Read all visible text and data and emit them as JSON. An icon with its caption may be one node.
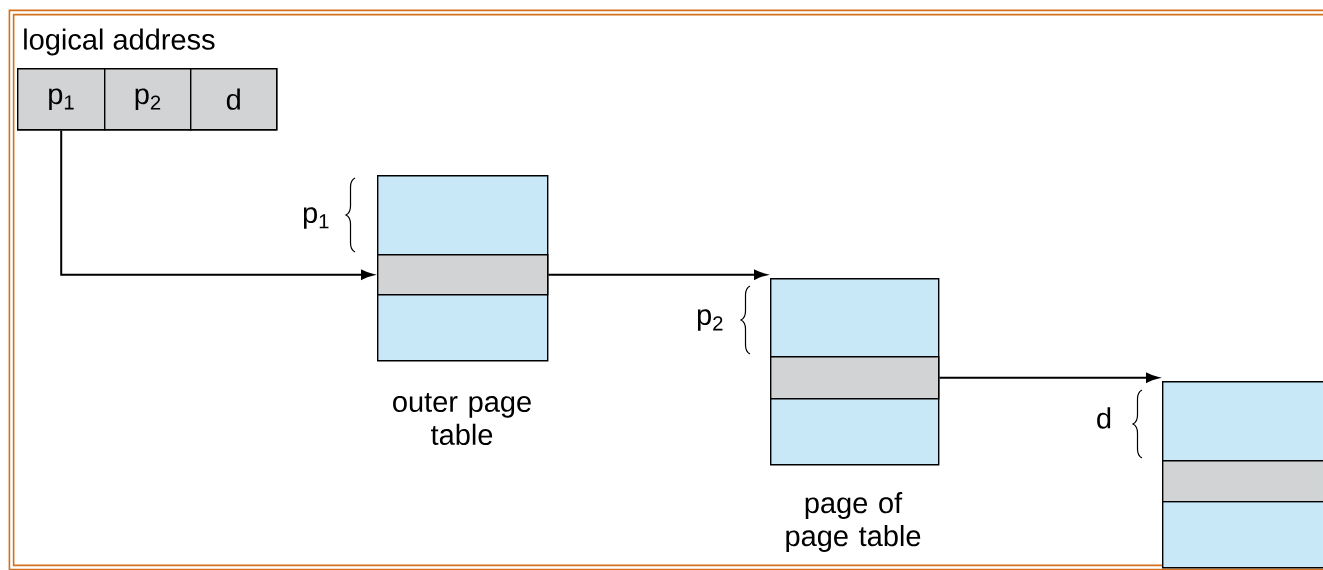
{
  "diagram": {
    "nodes": [
      {
        "text": [
          "logical address"
        ]
      },
      {
        "text": [
          "p$_{1}$"
        ],
        "in": 0
      },
      {
        "text": [
          "p$_{2}$"
        ],
        "in": 0
      },
      {
        "text": [
          "d"
        ],
        "in": 0
      },
      {
        "text": [],
        "shape": "box",
        "beside": [
          "outer page table"
        ]
      },
      {
        "text": [],
        "shape": "bar",
        "in": 4
      },
      {
        "text": [],
        "shape": "box",
        "beside": [
          "page of page table"
        ]
      },
      {
        "text": [],
        "shape": "bar",
        "in": 6
      },
      {
        "text": [],
        "shape": "box"
      },
      {
        "text": [],
        "shape": "bar",
        "in": 8
      }
    ],
    "edges": [
      {
        "from": 1,
        "to": 5,
        "arrow": "to"
      },
      {
        "from": 5,
        "to": 6,
        "arrow": "to"
      },
      {
        "from": 7,
        "to": 8,
        "arrow": "to"
      }
    ],
    "labels": [
      "p$_{1}$",
      "p$_{2}$",
      "d"
    ]
  }
}
